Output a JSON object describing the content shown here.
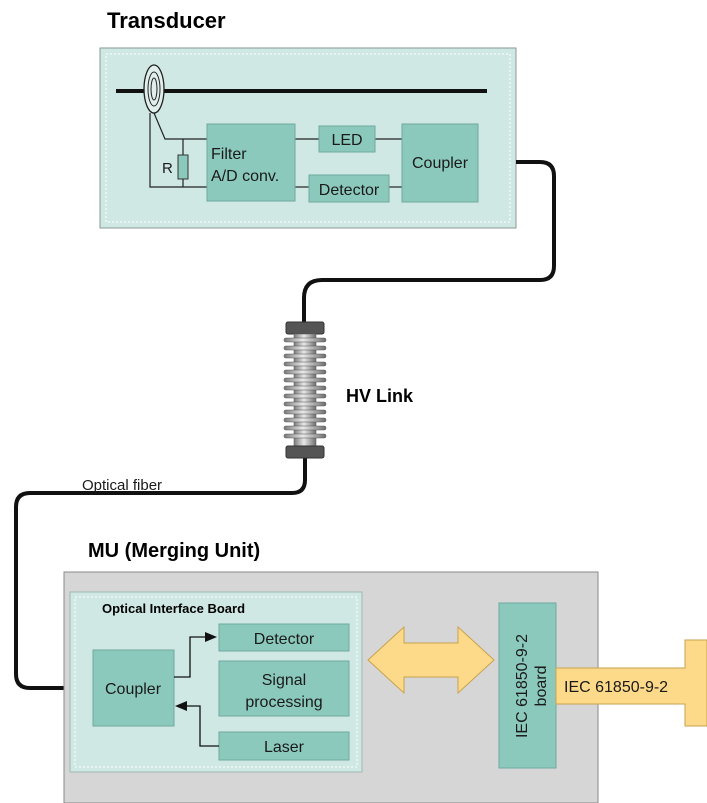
{
  "transducer": {
    "title": "Transducer",
    "resistor_label": "R",
    "filter_line1": "Filter",
    "filter_line2": "A/D conv.",
    "led": "LED",
    "detector": "Detector",
    "coupler": "Coupler"
  },
  "link": {
    "hv_label": "HV Link",
    "fiber_label": "Optical fiber"
  },
  "mu": {
    "title": "MU (Merging Unit)",
    "board_title": "Optical Interface Board",
    "coupler": "Coupler",
    "detector": "Detector",
    "signal_line1": "Signal",
    "signal_line2": "processing",
    "laser": "Laser",
    "iec_board_line1": "IEC 61850-9-2",
    "iec_board_line2": "board",
    "output_label": "IEC 61850-9-2"
  },
  "colors": {
    "transducer_bg": "#cfe8e3",
    "block_teal": "#8cc9bd",
    "mu_bg": "#d6d6d6",
    "board_bg": "#cfe8e3",
    "arrow_orange": "#fdd98a",
    "insulator_gray": "#b0b0b0"
  }
}
